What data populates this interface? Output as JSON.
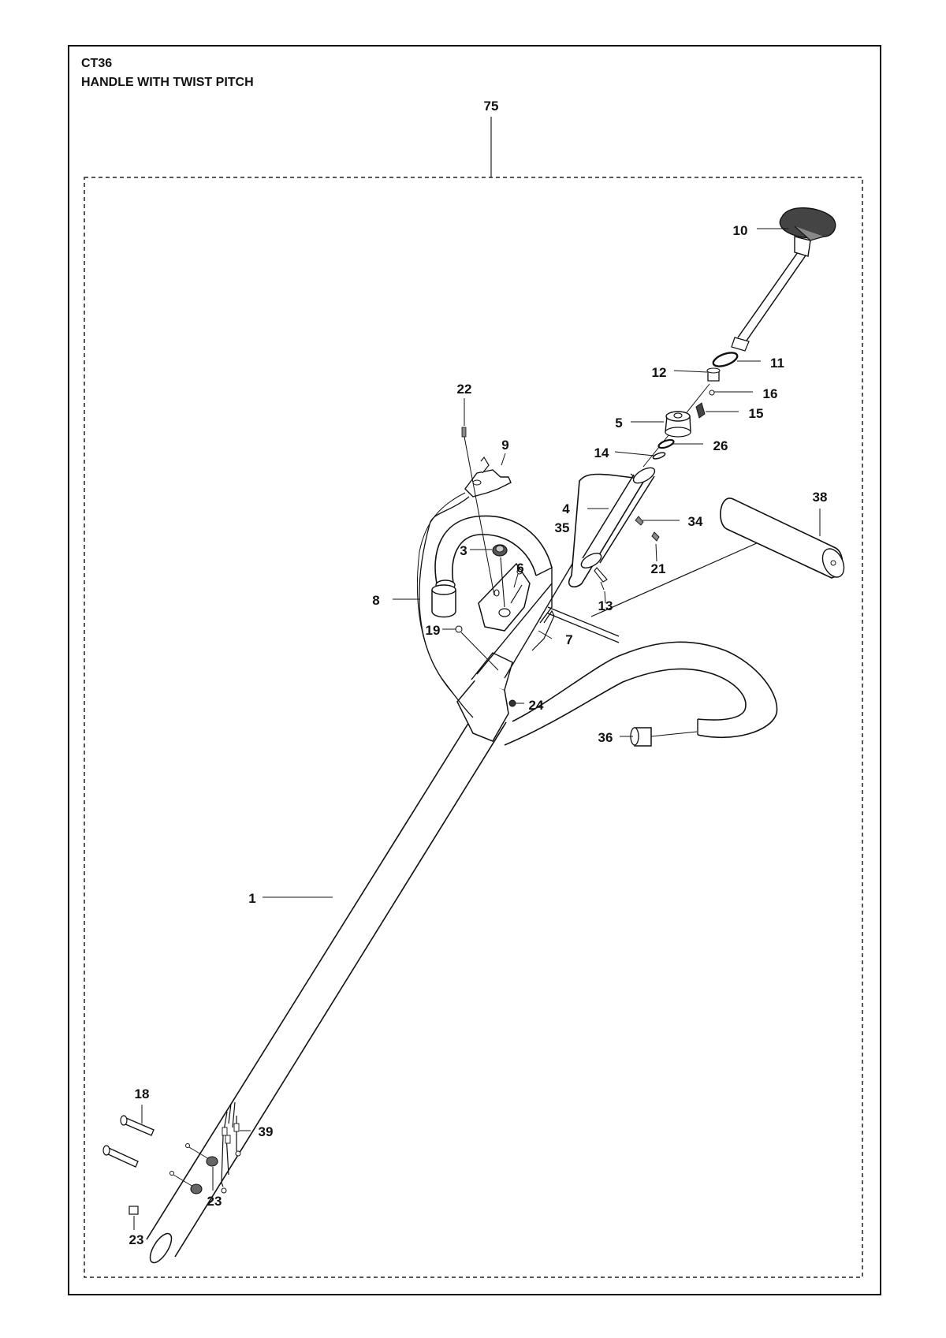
{
  "header": {
    "model": "CT36",
    "title": "HANDLE WITH TWIST PITCH"
  },
  "callouts": {
    "c75": "75",
    "c10": "10",
    "c11": "11",
    "c12": "12",
    "c16": "16",
    "c15": "15",
    "c5": "5",
    "c26": "26",
    "c14": "14",
    "c22": "22",
    "c9": "9",
    "c4": "4",
    "c35": "35",
    "c38": "38",
    "c34": "34",
    "c21": "21",
    "c3": "3",
    "c6": "6",
    "c13": "13",
    "c8": "8",
    "c19": "19",
    "c7": "7",
    "c24": "24",
    "c36": "36",
    "c1": "1",
    "c18": "18",
    "c39": "39",
    "c23a": "23",
    "c23b": "23"
  }
}
